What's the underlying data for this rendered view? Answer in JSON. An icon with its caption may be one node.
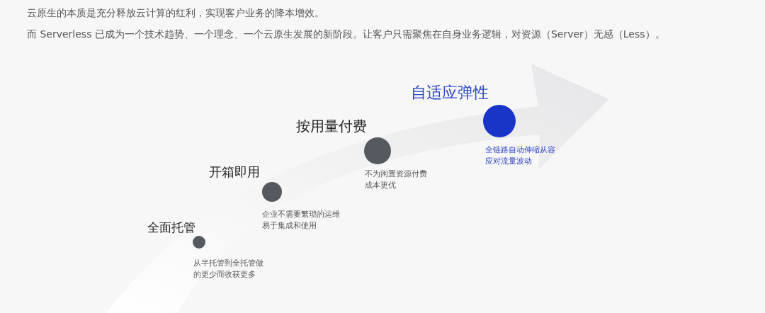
{
  "diagram": {
    "nodes": [
      {
        "text": [
          "全面托管",
          "从半托管到全托管做的更少而收获更多"
        ]
      },
      {
        "text": [
          "开箱即用",
          "企业不需要繁琐的运维易于集成和使用"
        ]
      },
      {
        "text": [
          "按用量付费",
          "不为闲置资源付费成本更优"
        ]
      },
      {
        "text": [
          "自适应弹性",
          "全链路自动伸缩从容应对流量波动"
        ]
      }
    ],
    "edges": [],
    "labels": [
      "云原生的本质是充分释放云计算的红利，实现客户业务的降本增效。",
      "而 Serverless 已成为一个技术趋势、一个理念、一个云原生发展的新阶段。让客户只需聚焦在自身业务逻辑，对资源（Server）无感（Less）。"
    ]
  }
}
